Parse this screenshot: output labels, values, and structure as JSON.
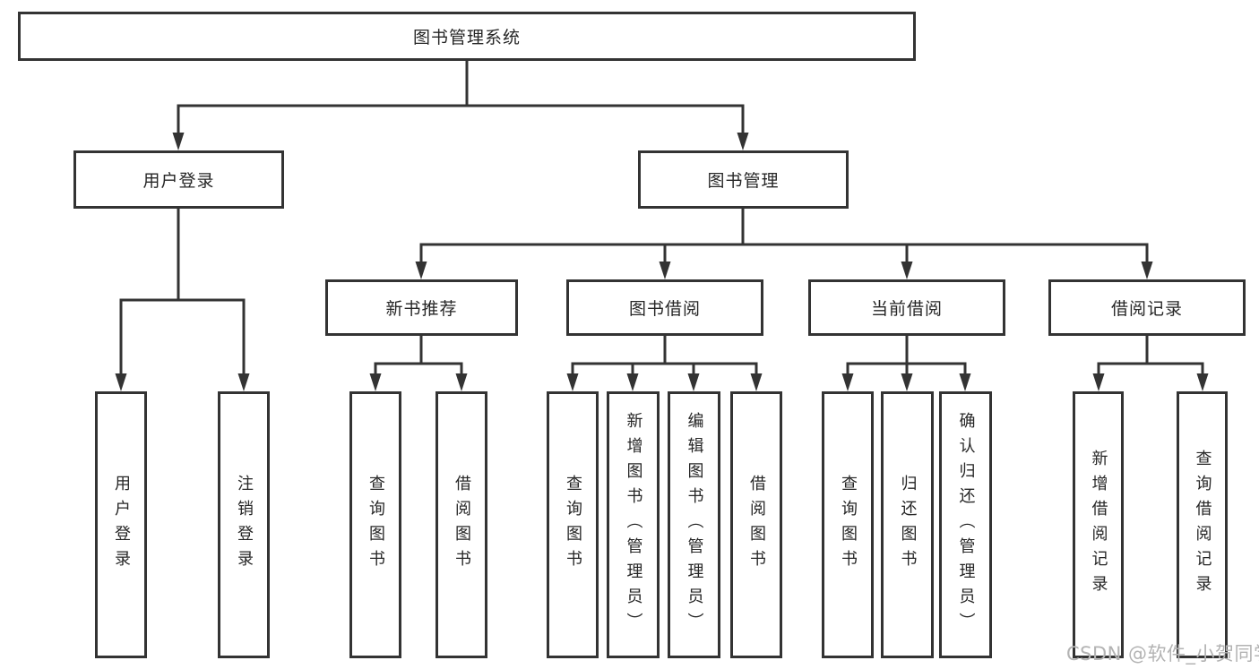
{
  "diagram_type": "hierarchy-tree",
  "tree": {
    "label": "图书管理系统",
    "children": [
      {
        "label": "用户登录",
        "children": [
          {
            "label": "用户登录"
          },
          {
            "label": "注销登录"
          }
        ]
      },
      {
        "label": "图书管理",
        "children": [
          {
            "label": "新书推荐",
            "children": [
              {
                "label": "查询图书"
              },
              {
                "label": "借阅图书"
              }
            ]
          },
          {
            "label": "图书借阅",
            "children": [
              {
                "label": "查询图书"
              },
              {
                "label": "新增图书（管理员）"
              },
              {
                "label": "编辑图书（管理员）"
              },
              {
                "label": "借阅图书"
              }
            ]
          },
          {
            "label": "当前借阅",
            "children": [
              {
                "label": "查询图书"
              },
              {
                "label": "归还图书"
              },
              {
                "label": "确认归还（管理员）"
              }
            ]
          },
          {
            "label": "借阅记录",
            "children": [
              {
                "label": "新增借阅记录"
              },
              {
                "label": "查询借阅记录"
              }
            ]
          }
        ]
      }
    ]
  },
  "watermark": {
    "text": "CSDN @软件_小贺同学",
    "color": "#b3b3b3"
  },
  "colors": {
    "box_border": "#333333",
    "connector_line": "#333333",
    "text": "#262626",
    "background": "#ffffff"
  }
}
